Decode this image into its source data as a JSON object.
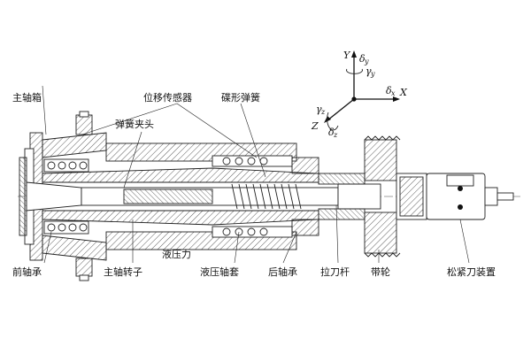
{
  "labels": {
    "spindle_box": "主轴箱",
    "displacement_sensor": "位移传感器",
    "disc_spring": "碟形弹簧",
    "spring_chuck": "弹簧夹头",
    "front_bearing": "前轴承",
    "spindle_rotor": "主轴转子",
    "hydraulic_force": "液压力",
    "hydraulic_sleeve": "液压轴套",
    "rear_bearing": "后轴承",
    "draw_bar": "拉刀杆",
    "pulley": "带轮",
    "tool_release": "松紧刀装置"
  },
  "axes": {
    "y": "Y",
    "x": "X",
    "z": "Z",
    "delta_y": "δ",
    "delta_y_sub": "y",
    "gamma_y": "γ",
    "gamma_y_sub": "y",
    "delta_x": "δ",
    "delta_x_sub": "x",
    "gamma_z": "γ",
    "gamma_z_sub": "z",
    "delta_z": "δ",
    "delta_z_sub": "z"
  }
}
